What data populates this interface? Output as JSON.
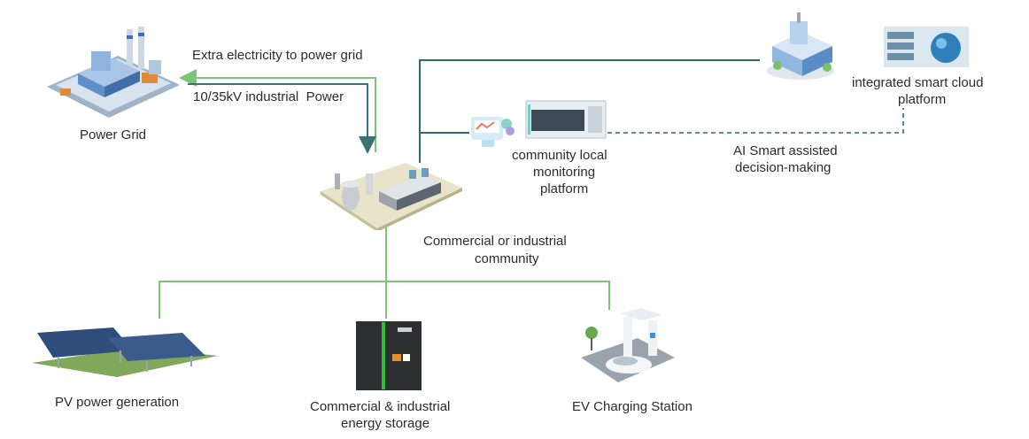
{
  "nodes": {
    "power_grid": "Power Grid",
    "community_line1": "Commercial or industrial",
    "community_line2": "community",
    "local_platform_line1": "community local",
    "local_platform_line2": "monitoring",
    "local_platform_line3": "platform",
    "cloud_platform_line1": "integrated smart cloud",
    "cloud_platform_line2": "platform",
    "pv": "PV power generation",
    "storage_line1": "Commercial & industrial",
    "storage_line2": "energy storage",
    "ev": "EV Charging Station"
  },
  "edges": {
    "to_grid": "Extra electricity to power grid",
    "from_grid": "10/35kV industrial  Power",
    "ai_line1": "AI Smart assisted",
    "ai_line2": "decision-making"
  },
  "colors": {
    "green_line": "#7cc576",
    "teal_line": "#2c6a6e",
    "arrow_dark": "#3b7275"
  }
}
